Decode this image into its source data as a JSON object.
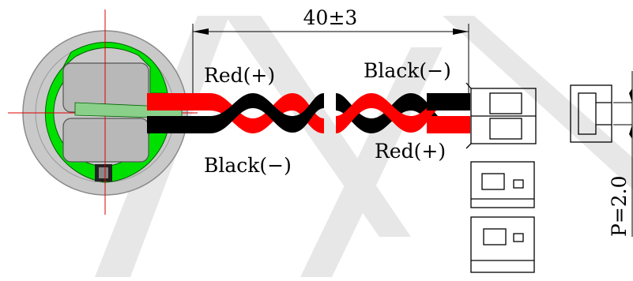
{
  "drawing": {
    "length_dimension": "40±3",
    "pitch_label": "P=2.0"
  },
  "wires": {
    "battery_top_label": "Red(+)",
    "battery_bottom_label": "Black(−)",
    "connector_top_label": "Black(−)",
    "connector_bottom_label": "Red(+)"
  },
  "colors": {
    "red_wire": "#ff0000",
    "black_wire": "#000000",
    "battery_body": "#c8c8c8",
    "battery_ring": "#00ff00",
    "watermark": "#d9d9d9"
  }
}
